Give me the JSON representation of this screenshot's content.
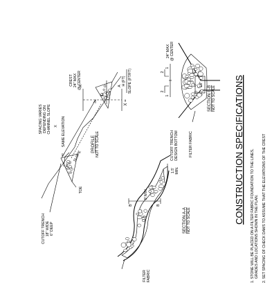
{
  "title": "CONSTRUCTION SPECIFICATIONS",
  "specifications": [
    "1.  STONE WILL BE PLACED ON A FILTER FABRIC FOUNDATION TO THE LINES,",
    "GRADES AND LOCATIONS SHOWN IN THE PLAN.",
    "2.  SET SPACING OF CHECK DAMS TO ASSUME THAT THE ELEVATIONS OF THE CREST"
  ],
  "profile": {
    "title": "PROFILE",
    "scale": "NOT TO SCALE",
    "spacing_note": [
      "SPACING VARIES",
      "DEPENDING ON",
      "CHANNEL SLOPE"
    ],
    "x_label": "X",
    "same_elevation": "SAME ELEVATION",
    "slope": "SLOPE",
    "toe": "TOE",
    "crest": "CREST",
    "crest_max": [
      "24\" MAX",
      "@ CENTER"
    ],
    "h_label": "H",
    "section_marker": "A",
    "cutoff_trench": [
      "CUTOFF TRENCH",
      "18\" WIDE",
      "6\" DEEP"
    ]
  },
  "formula": {
    "lhs": "X =",
    "numerator": "H (FT)",
    "denominator": "SLOPE (FT/FT)"
  },
  "section_a": {
    "title": "SECTION A-A",
    "scale": "NOT TO SCALE",
    "min_dim": "9' MIN.",
    "depth": [
      "1.5'",
      "MIN."
    ],
    "section_marker": "B",
    "cutoff_trench": [
      "CUTOFF TRENCH",
      "DESIGN BOTTOM"
    ],
    "filter_fabric": [
      "FILTER",
      "FABRIC"
    ]
  },
  "section_b": {
    "title": "SECTION B-B",
    "scale": "NOT TO SCALE",
    "crest_max": [
      "24\" MAX",
      "@ CENTER"
    ],
    "slope_run": "2",
    "slope_rise": "1",
    "inner_height": "6\"",
    "inner_width": "18\"",
    "filter_fabric": "FILTER FABRIC"
  }
}
